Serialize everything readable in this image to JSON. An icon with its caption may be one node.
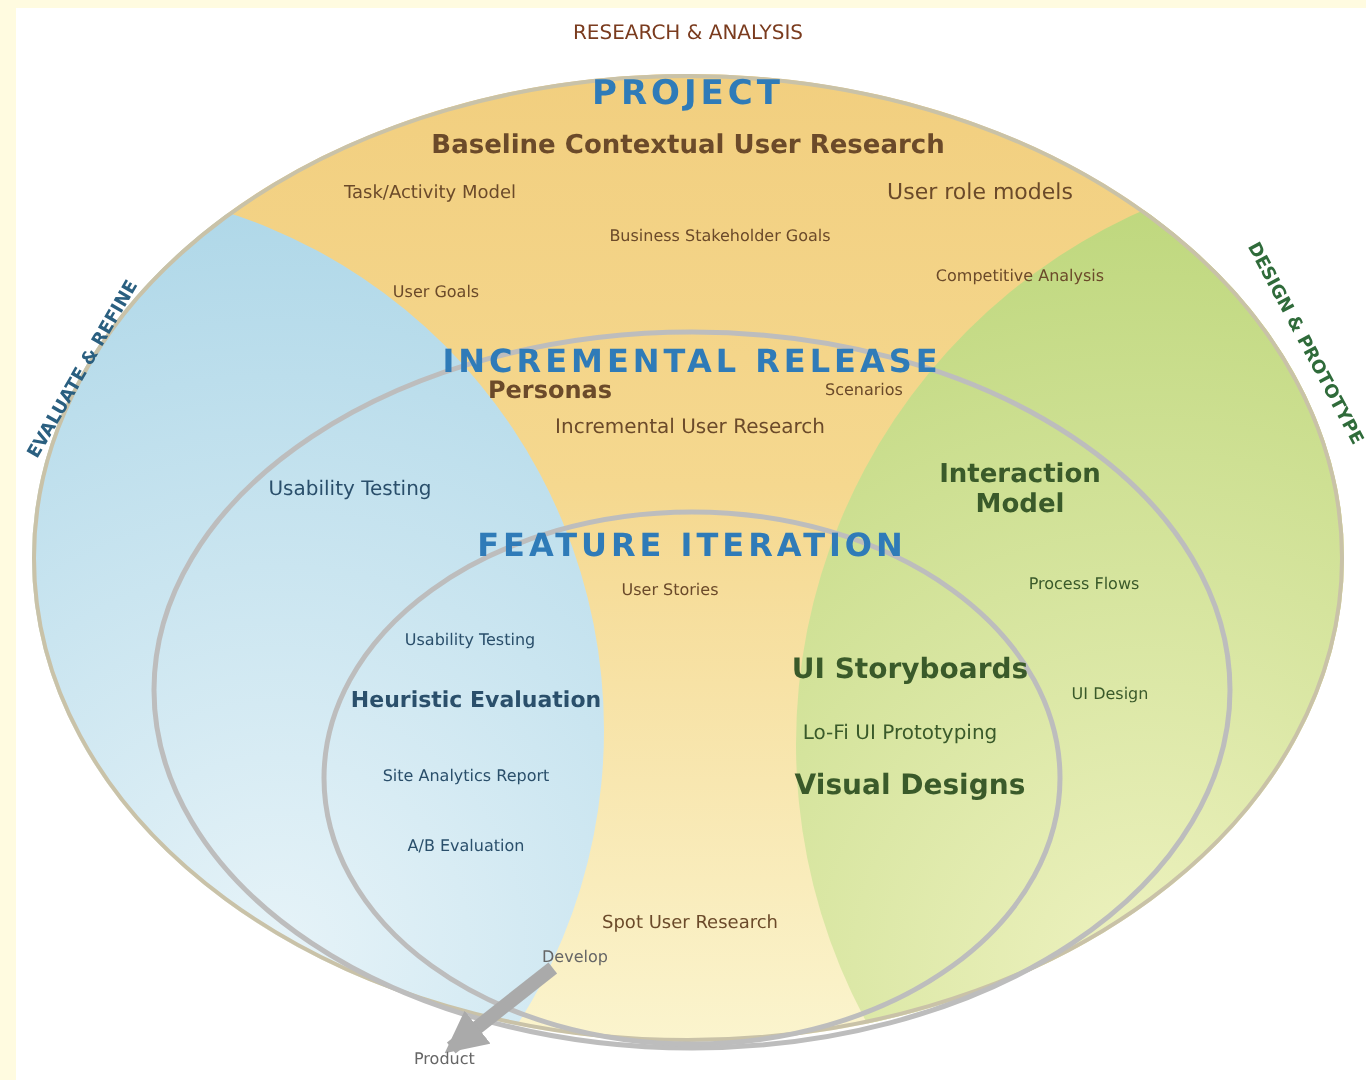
{
  "diagram": {
    "nodes": [
      {
        "text": [
          "PROJECT"
        ]
      },
      {
        "text": [
          "INCREMENTAL RELEASE"
        ],
        "in": 0
      },
      {
        "text": [
          "FEATURE ITERATION"
        ],
        "in": 1
      },
      {
        "text": [
          "Develop"
        ],
        "in": 2
      },
      {
        "text": [
          "Product"
        ]
      }
    ],
    "edges": [
      {
        "from": 3,
        "to": 4,
        "arrow": "to"
      }
    ],
    "labels": [
      "RESEARCH & ANALYSIS",
      "Baseline Contextual User Research",
      "Task/Activity Model",
      "User role models",
      "Business Stakeholder Goals",
      "EVALUATE & REFINE",
      "User Goals",
      "Competitive Analysis",
      "DESIGN & PROTOTYPE",
      "Personas",
      "Scenarios",
      "Incremental User Research",
      "Usability Testing",
      "Interaction Model",
      "User Stories",
      "Process Flows",
      "Usability Testing",
      "Heuristic Evaluation",
      "UI Storyboards",
      "UI Design",
      "Lo-Fi UI Prototyping",
      "Visual Designs",
      "Site Analytics Report",
      "A/B Evaluation",
      "Spot User Research"
    ]
  }
}
